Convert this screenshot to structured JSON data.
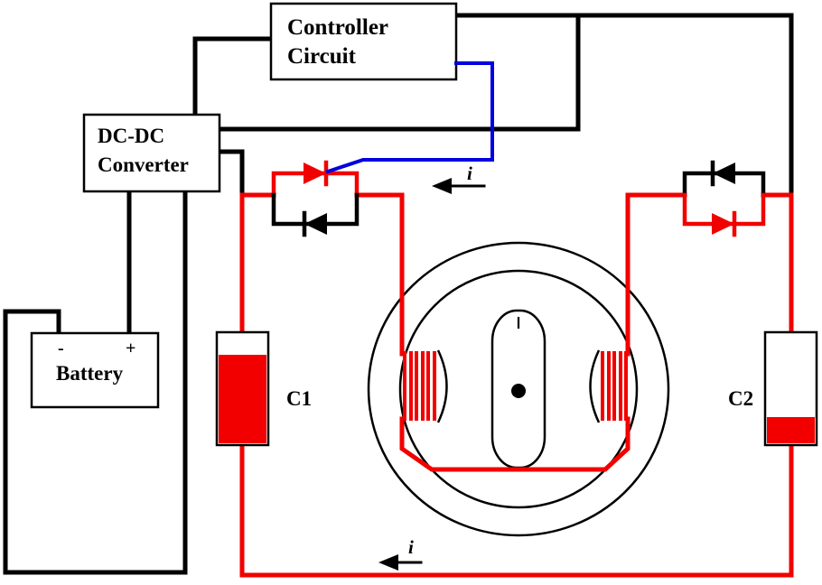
{
  "diagram": {
    "boxes": {
      "controller": {
        "line1": "Controller",
        "line2": "Circuit"
      },
      "dcdc": {
        "line1": "DC-DC",
        "line2": "Converter"
      },
      "battery": {
        "label": "Battery",
        "minus": "-",
        "plus": "+"
      }
    },
    "capacitors": {
      "c1": "C1",
      "c2": "C2"
    },
    "current_arrows": {
      "top": "i",
      "bottom": "i"
    }
  },
  "colors": {
    "power-red": "#f20000",
    "wire-black": "#000000",
    "gate-blue": "#0000e0"
  }
}
